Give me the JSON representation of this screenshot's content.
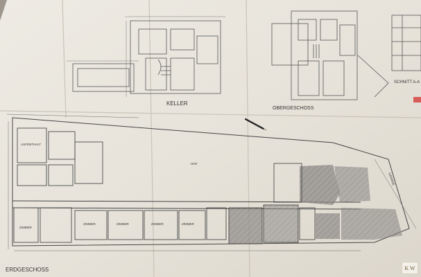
{
  "labels": {
    "keller": "KELLER",
    "obergeschoss": "OBERGESCHOSS",
    "erdgeschoss": "ERDGESCHOSS",
    "schnitt": "SCHNITT A-A",
    "zimmer": "ZIMMER",
    "aufenthalt": "AUFENTHALT",
    "hof": "HOF",
    "garage": "GARAGE"
  },
  "logo": "K W"
}
